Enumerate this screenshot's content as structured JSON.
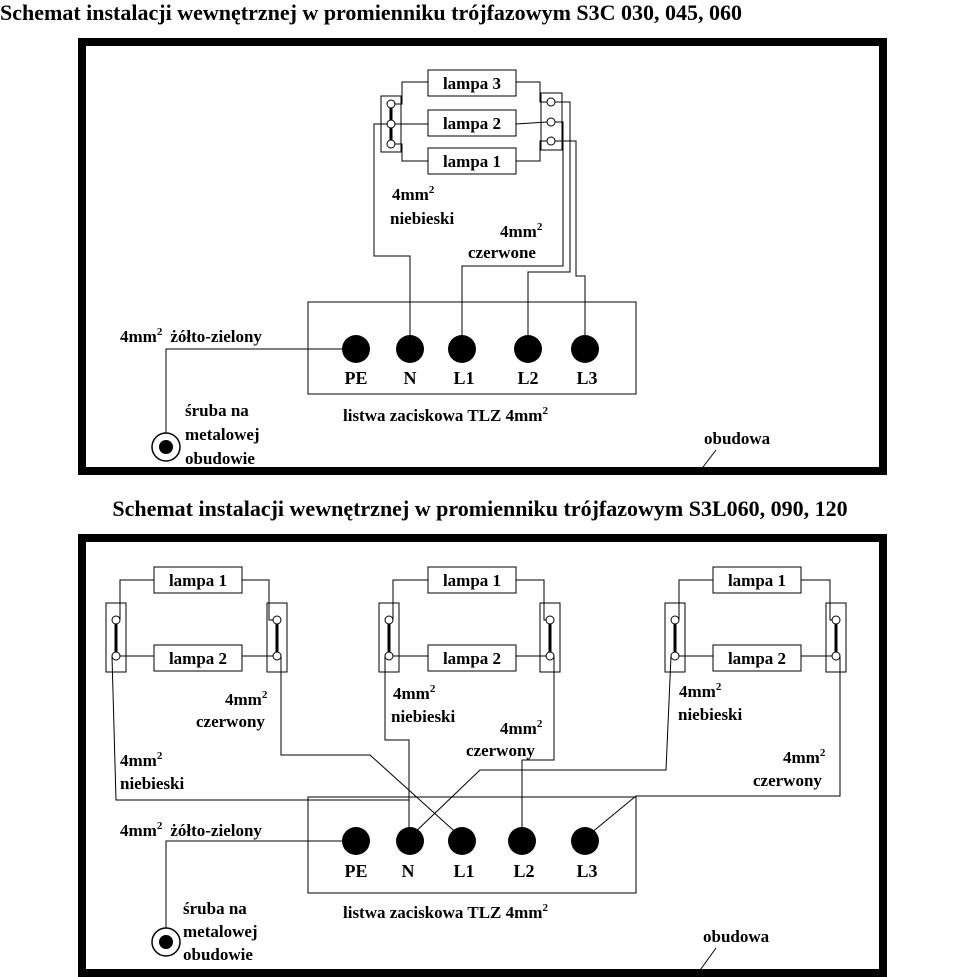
{
  "diagram1": {
    "title": "Schemat instalacji wewnętrznej w promienniku trójfazowym S3C 030, 045, 060",
    "lamps": [
      "lampa 3",
      "lampa 2",
      "lampa 1"
    ],
    "blue_wire": {
      "size": "4mm",
      "exp": "2",
      "color": "niebieski"
    },
    "red_wire": {
      "size": "4mm",
      "exp": "2",
      "color": "czerwone"
    },
    "ground_wire": {
      "size": "4mm",
      "exp": "2",
      "color": "żółto-zielony"
    },
    "terminals": [
      "PE",
      "N",
      "L1",
      "L2",
      "L3"
    ],
    "terminal_strip": {
      "text": "listwa zaciskowa TLZ 4mm",
      "exp": "2"
    },
    "screw": [
      "śruba na",
      "metalowej",
      "obudowie"
    ],
    "housing": "obudowa"
  },
  "diagram2": {
    "title": "Schemat instalacji wewnętrznej w promienniku trójfazowym S3L060, 090, 120",
    "lamp_top": "lampa 1",
    "lamp_bottom": "lampa 2",
    "wires": [
      {
        "size": "4mm",
        "exp": "2",
        "color": "czerwony"
      },
      {
        "size": "4mm",
        "exp": "2",
        "color": "niebieski"
      },
      {
        "size": "4mm",
        "exp": "2",
        "color": "niebieski"
      },
      {
        "size": "4mm",
        "exp": "2",
        "color": "czerwony"
      },
      {
        "size": "4mm",
        "exp": "2",
        "color": "niebieski"
      },
      {
        "size": "4mm",
        "exp": "2",
        "color": "czerwony"
      }
    ],
    "ground_wire": {
      "size": "4mm",
      "exp": "2",
      "color": "żółto-zielony"
    },
    "terminals": [
      "PE",
      "N",
      "L1",
      "L2",
      "L3"
    ],
    "terminal_strip": {
      "text": "listwa zaciskowa TLZ 4mm",
      "exp": "2"
    },
    "screw": [
      "śruba na",
      "metalowej",
      "obudowie"
    ],
    "housing": "obudowa"
  }
}
